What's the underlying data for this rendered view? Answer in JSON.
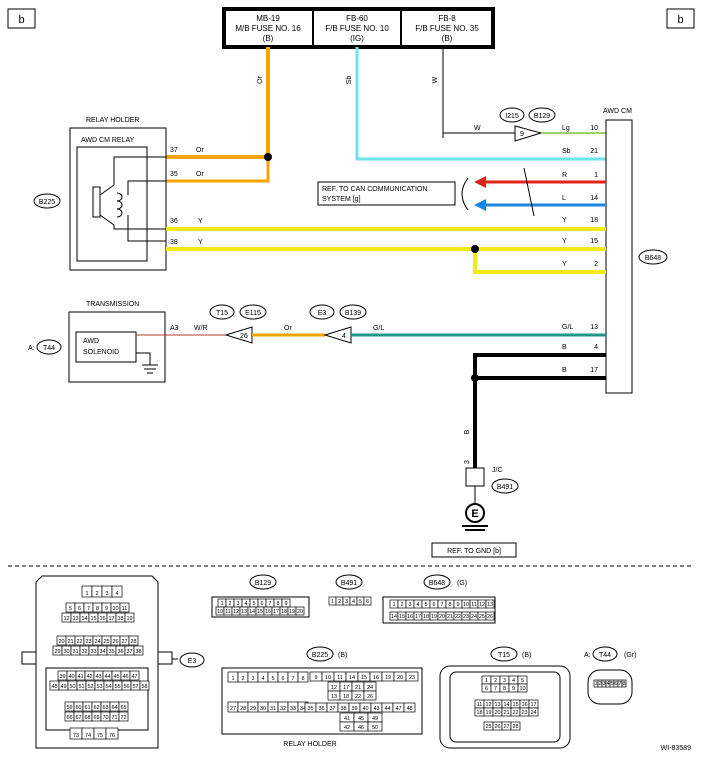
{
  "corner_label": "b",
  "fuses": [
    {
      "l1": "MB-19",
      "l2": "M/B FUSE NO. 16",
      "l3": "(B)"
    },
    {
      "l1": "FB-60",
      "l2": "F/B FUSE NO. 10",
      "l3": "(IG)"
    },
    {
      "l1": "FB-8",
      "l2": "F/B FUSE NO. 35",
      "l3": "(B)"
    }
  ],
  "wire_colors": {
    "Or": "#f5a300",
    "Sb": "#6fe3ec",
    "Y": "#f3ea1b",
    "R": "#e0241c",
    "L": "#1b86e0",
    "GL": "#21948a",
    "B": "#000000",
    "Lg": "#9ccf6a",
    "WR": "#b33a2c"
  },
  "labels": {
    "or_vert": "Or",
    "sb_vert": "Sb",
    "w_vert": "W",
    "relay_holder": "RELAY HOLDER",
    "awd_cm_relay": "AWD CM RELAY",
    "b225": "B225",
    "awd_cm": "AWD CM",
    "b648": "B648",
    "i215": "I215",
    "b129": "B129",
    "w_row": "W",
    "w_pin": "9",
    "can_ref_1": "REF. TO CAN COMMUNICATION",
    "can_ref_2": "SYSTEM [g]",
    "transmission": "TRANSMISSION",
    "awd": "AWD",
    "solenoid": "SOLENOID",
    "a": "A:",
    "t44": "T44",
    "a3": "A3",
    "wr": "W/R",
    "t15": "T15",
    "e115": "E115",
    "pin26": "26",
    "or_mid": "Or",
    "e3": "E3",
    "b139": "B139",
    "pin4": "4",
    "gl": "G/L",
    "b_vert": "B",
    "pin3": "3",
    "jc": "J/C",
    "b491": "B491",
    "e": "E",
    "ref_gnd": "REF. TO GND [b]",
    "wi": "WI-83589"
  },
  "relay_pins": [
    {
      "pin": "37",
      "color": "Or"
    },
    {
      "pin": "35",
      "color": "Or"
    },
    {
      "pin": "36",
      "color": "Y"
    },
    {
      "pin": "38",
      "color": "Y"
    }
  ],
  "cm_pins": [
    {
      "color": "Lg",
      "pin": "10"
    },
    {
      "color": "Sb",
      "pin": "21"
    },
    {
      "color": "R",
      "pin": "1"
    },
    {
      "color": "L",
      "pin": "14"
    },
    {
      "color": "Y",
      "pin": "18"
    },
    {
      "color": "Y",
      "pin": "15"
    },
    {
      "color": "Y",
      "pin": "2"
    },
    {
      "color": "G/L",
      "pin": "13"
    },
    {
      "color": "B",
      "pin": "4"
    },
    {
      "color": "B",
      "pin": "17"
    }
  ],
  "connectors": {
    "b129": "B129",
    "b491": "B491",
    "b648": "B648",
    "b648_suffix": "(G)",
    "e3": "E3",
    "b225": "B225",
    "b225_suffix": "(B)",
    "t15": "T15",
    "t15_suffix": "(B)",
    "t44_prefix": "A:",
    "t44": "T44",
    "t44_suffix": "(Gr)",
    "relay_holder": "RELAY HOLDER"
  },
  "grid": {
    "big1": [
      "1",
      "2",
      "3",
      "4"
    ],
    "big2": [
      "5",
      "6",
      "7",
      "8",
      "9",
      "10",
      "11"
    ],
    "big3": [
      "12",
      "13",
      "14",
      "15",
      "16",
      "17",
      "18",
      "19"
    ],
    "big4": [
      "20",
      "21",
      "22",
      "23",
      "24",
      "25",
      "26",
      "27",
      "28"
    ],
    "big5": [
      "29",
      "30",
      "31",
      "32",
      "33",
      "34",
      "35",
      "36",
      "37",
      "38"
    ],
    "big6": [
      "39",
      "40",
      "41",
      "42",
      "43",
      "44",
      "45",
      "46",
      "47"
    ],
    "big7": [
      "48",
      "49",
      "50",
      "51",
      "52",
      "53",
      "54",
      "55",
      "56",
      "57",
      "58"
    ],
    "big8": [
      "59",
      "60",
      "61",
      "62",
      "63",
      "64",
      "65"
    ],
    "big9": [
      "66",
      "67",
      "68",
      "69",
      "70",
      "71",
      "72"
    ],
    "big10": [
      "73",
      "74",
      "75",
      "76"
    ],
    "b129_top": [
      "1",
      "2",
      "3",
      "4",
      "5",
      "6",
      "7",
      "8",
      "9"
    ],
    "b129_bot": [
      "10",
      "11",
      "12",
      "13",
      "14",
      "15",
      "16",
      "17",
      "18",
      "19",
      "20"
    ],
    "b491": [
      "1",
      "2",
      "3",
      "4",
      "5",
      "6"
    ],
    "b648_top": [
      "1",
      "2",
      "3",
      "4",
      "5",
      "6",
      "7",
      "8",
      "9",
      "10",
      "11",
      "12",
      "13"
    ],
    "b648_bot": [
      "14",
      "15",
      "16",
      "17",
      "18",
      "19",
      "20",
      "21",
      "22",
      "23",
      "24",
      "25",
      "26"
    ],
    "t15_r1": [
      "1",
      "2",
      "3",
      "4",
      "5"
    ],
    "t15_r2": [
      "6",
      "7",
      "8",
      "9",
      "10"
    ],
    "t15_r3": [
      "11",
      "12",
      "13",
      "14",
      "15",
      "16",
      "17"
    ],
    "t15_r4": [
      "18",
      "19",
      "20",
      "21",
      "22",
      "23",
      "24"
    ],
    "t15_r5": [
      "25",
      "26",
      "27",
      "28"
    ],
    "t44": [
      "1",
      "2",
      "3",
      "4",
      "5",
      "6",
      "7",
      "8"
    ],
    "b225_a": [
      "1",
      "2",
      "3",
      "4"
    ],
    "b225_b": [
      "5",
      "6",
      "7",
      "8"
    ],
    "b225_c": [
      "27",
      "28",
      "29",
      "30"
    ],
    "b225_d": [
      "31",
      "32",
      "33",
      "34"
    ],
    "b225_r1": [
      "9",
      "10",
      "11",
      "14",
      "15",
      "16",
      "19",
      "20",
      "23"
    ],
    "b225_r2": [
      "12",
      "17",
      "21",
      "24"
    ],
    "b225_r3": [
      "13",
      "18",
      "22",
      "26"
    ],
    "b225_r4": [
      "35",
      "36",
      "37",
      "38",
      "39",
      "40",
      "43",
      "44",
      "47",
      "48"
    ],
    "b225_r5": [
      "41",
      "45",
      "49"
    ],
    "b225_r6": [
      "42",
      "46",
      "50"
    ]
  }
}
